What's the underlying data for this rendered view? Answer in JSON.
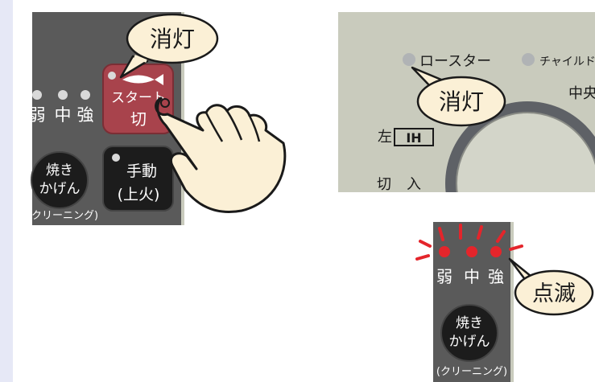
{
  "panel_left": {
    "callout_off": "消灯",
    "level_weak": "弱",
    "level_mid": "中",
    "level_strong": "強",
    "start_line1": "スタート",
    "start_line2": "切",
    "yakikagen_line1": "焼き",
    "yakikagen_line2": "かげん",
    "cleaning": "(クリーニング)",
    "manual_line1": "手動",
    "manual_line2": "(上火)"
  },
  "panel_right": {
    "roaster_label": "ロースター",
    "child_lock_label": "チャイルド",
    "center_label": "中央",
    "callout_off": "消灯",
    "left_ih_prefix": "左",
    "ih_label": "IH",
    "off_label": "切",
    "on_label": "入"
  },
  "panel_bottom": {
    "level_weak": "弱",
    "level_mid": "中",
    "level_strong": "強",
    "callout_blink": "点滅",
    "yakikagen_line1": "焼き",
    "yakikagen_line2": "かげん",
    "cleaning": "(クリーニング)"
  },
  "colors": {
    "panel_dark": "#5a5a5a",
    "panel_light": "#c9cbbd",
    "start_button": "#a8434c",
    "blink_red": "#e4252b",
    "callout_fill": "#fbf0d6"
  }
}
